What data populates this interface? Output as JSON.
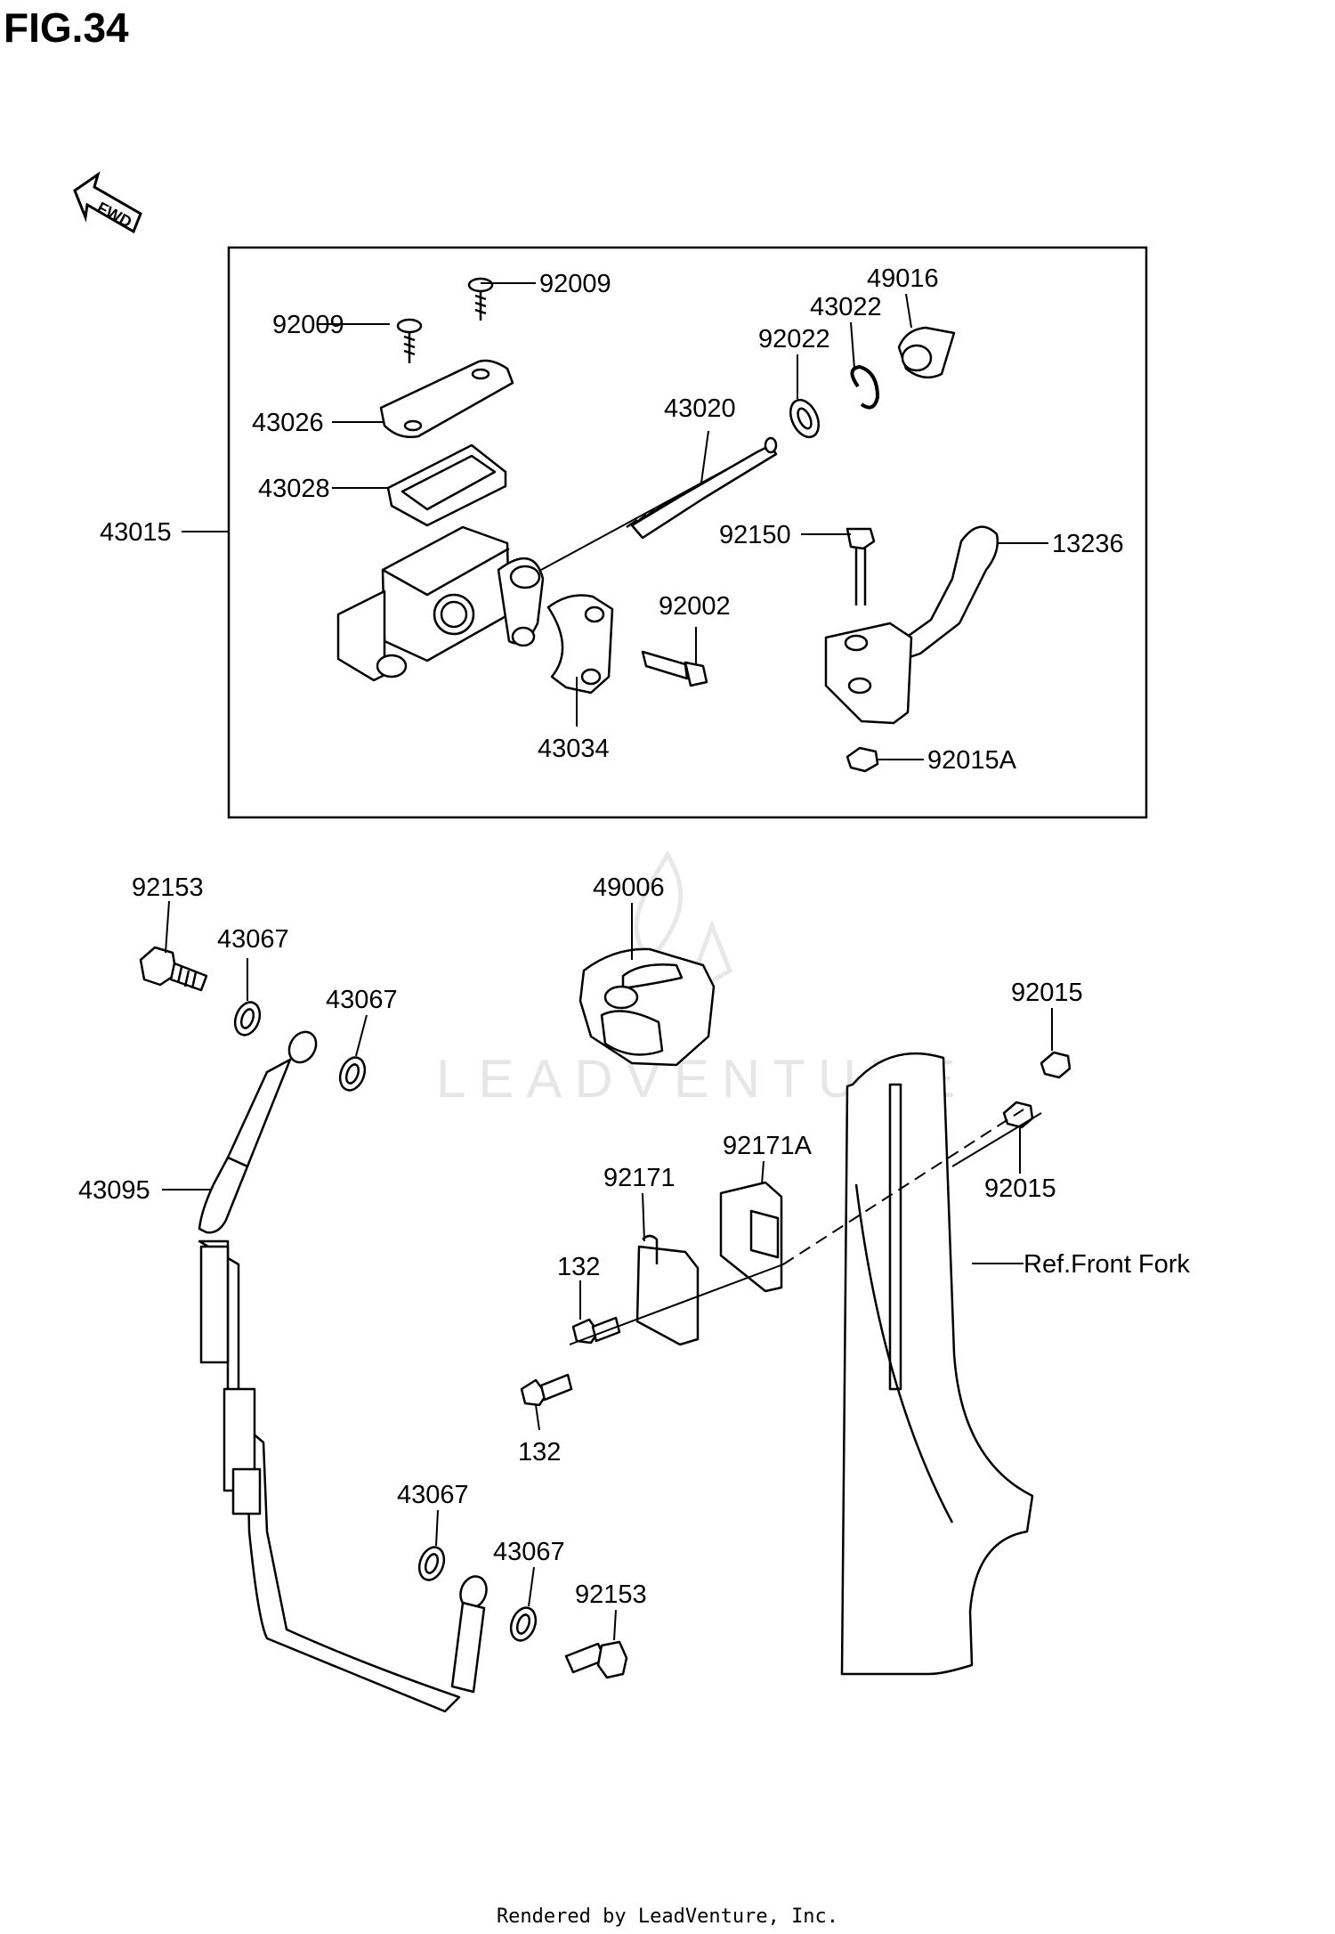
{
  "title": "FIG.34",
  "fwd_label": "FWD",
  "watermark": "LEADVENTURE",
  "footer": "Rendered by LeadVenture, Inc.",
  "callouts": [
    {
      "id": "c-92009a",
      "label": "92009"
    },
    {
      "id": "c-92009b",
      "label": "92009"
    },
    {
      "id": "c-43026",
      "label": "43026"
    },
    {
      "id": "c-43028",
      "label": "43028"
    },
    {
      "id": "c-43015",
      "label": "43015"
    },
    {
      "id": "c-43020",
      "label": "43020"
    },
    {
      "id": "c-92022",
      "label": "92022"
    },
    {
      "id": "c-43022",
      "label": "43022"
    },
    {
      "id": "c-49016",
      "label": "49016"
    },
    {
      "id": "c-92150",
      "label": "92150"
    },
    {
      "id": "c-13236",
      "label": "13236"
    },
    {
      "id": "c-92002",
      "label": "92002"
    },
    {
      "id": "c-43034",
      "label": "43034"
    },
    {
      "id": "c-92015A",
      "label": "92015A"
    },
    {
      "id": "c-92153a",
      "label": "92153"
    },
    {
      "id": "c-43067a",
      "label": "43067"
    },
    {
      "id": "c-43067b",
      "label": "43067"
    },
    {
      "id": "c-49006",
      "label": "49006"
    },
    {
      "id": "c-92015a",
      "label": "92015"
    },
    {
      "id": "c-92015b",
      "label": "92015"
    },
    {
      "id": "c-92171A",
      "label": "92171A"
    },
    {
      "id": "c-92171",
      "label": "92171"
    },
    {
      "id": "c-43095",
      "label": "43095"
    },
    {
      "id": "c-132a",
      "label": "132"
    },
    {
      "id": "c-132b",
      "label": "132"
    },
    {
      "id": "c-ref",
      "label": "Ref.Front Fork"
    },
    {
      "id": "c-43067c",
      "label": "43067"
    },
    {
      "id": "c-43067d",
      "label": "43067"
    },
    {
      "id": "c-92153b",
      "label": "92153"
    }
  ]
}
